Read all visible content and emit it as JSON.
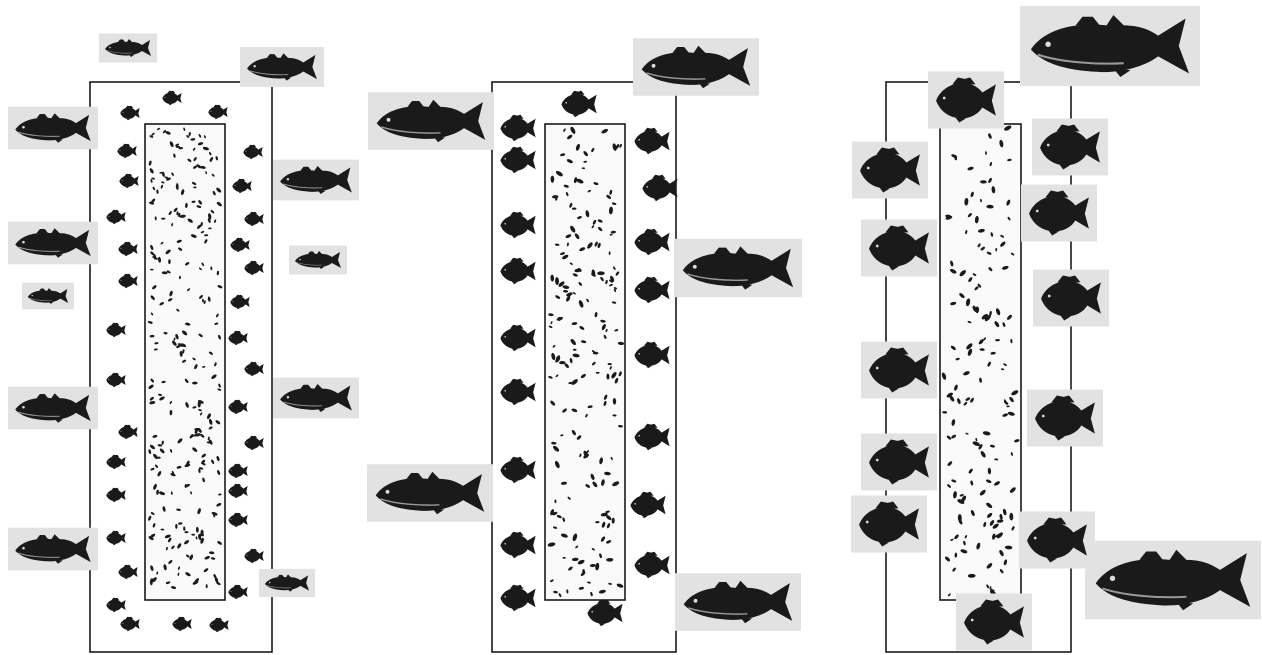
{
  "figure": {
    "panel_count": 3,
    "fish_types": [
      "bass",
      "sunfish"
    ],
    "panels": [
      {
        "id": "left",
        "outer_fish": "small-sunfish",
        "predators": "largemouth-bass"
      },
      {
        "id": "middle",
        "outer_fish": "medium-sunfish",
        "predators": "largemouth-bass"
      },
      {
        "id": "right",
        "outer_fish": "large-sunfish",
        "predators": "largemouth-bass"
      }
    ],
    "colors": {
      "fish": "#1a1a1a",
      "card": "#e2e2e2",
      "border": "#1a1a1a",
      "background": "#ffffff"
    }
  }
}
